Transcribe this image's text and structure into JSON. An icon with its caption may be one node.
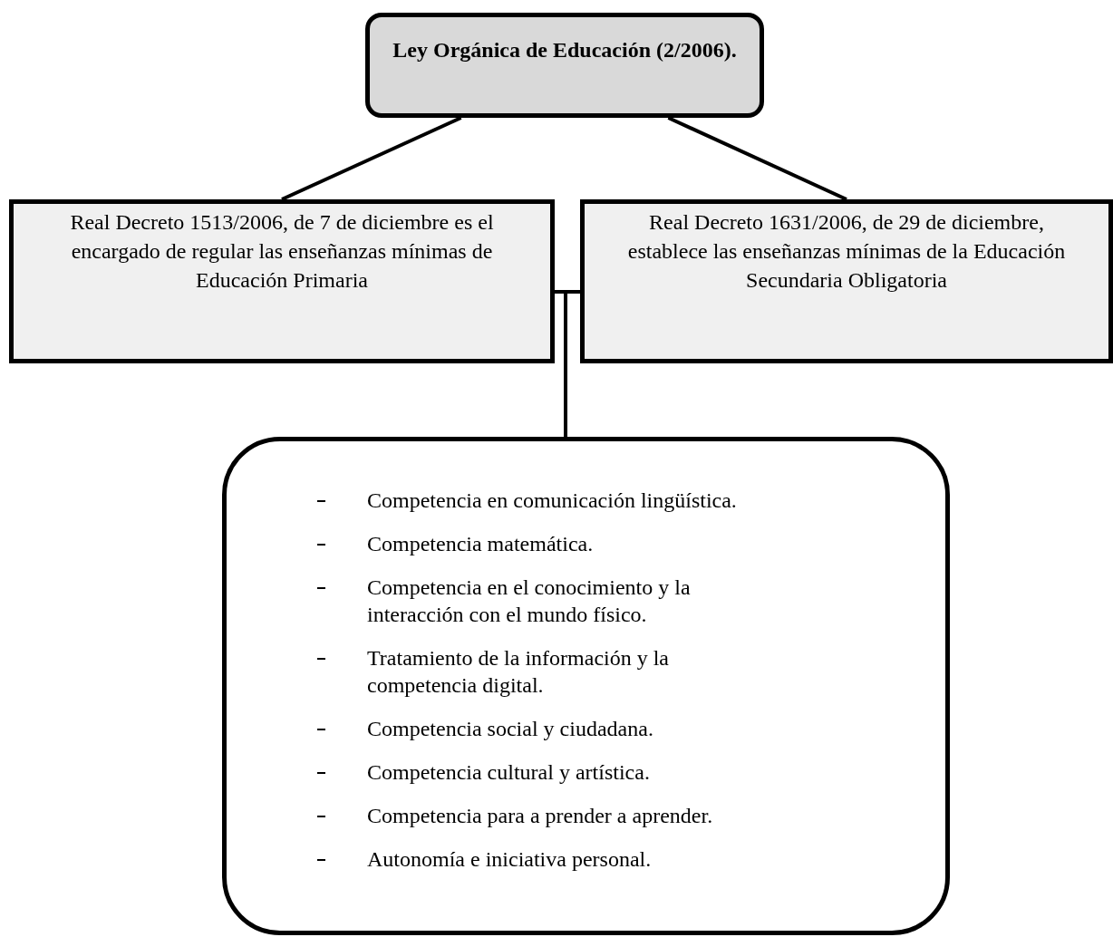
{
  "diagram": {
    "nodes": [
      {
        "text": [
          "Ley Orgánica de Educación (2/2006)."
        ]
      },
      {
        "text": [
          "Real Decreto 1513/2006, de 7 de diciembre es el encargado de regular las enseñanzas mínimas de Educación Primaria"
        ]
      },
      {
        "text": [
          "Real Decreto 1631/2006, de 29 de diciembre, establece las enseñanzas mínimas de la Educación Secundaria Obligatoria"
        ]
      },
      {
        "text": [
          "Competencia en comunicación lingüística.",
          "Competencia matemática.",
          "Competencia en el conocimiento y la interacción con el mundo físico.",
          "Tratamiento de la información y la competencia digital.",
          "Competencia social y ciudadana.",
          "Competencia cultural y artística.",
          "Competencia para a prender a aprender.",
          "Autonomía e iniciativa personal."
        ]
      }
    ],
    "edges": [
      {
        "from": 0,
        "to": 1,
        "arrow": "none"
      },
      {
        "from": 0,
        "to": 2,
        "arrow": "none"
      },
      {
        "from": 1,
        "to": 3,
        "arrow": "none"
      },
      {
        "from": 2,
        "to": 3,
        "arrow": "none"
      }
    ]
  }
}
